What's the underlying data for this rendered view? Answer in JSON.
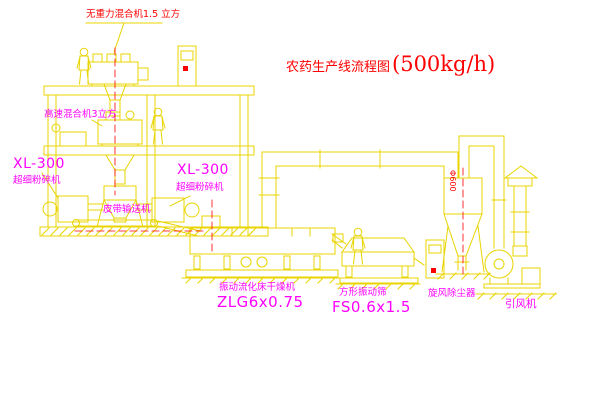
{
  "palette": {
    "line_yellow": "#e8d400",
    "accent_red": "#ff0000",
    "label_magenta": "#ff00ff",
    "background": "#ffffff"
  },
  "title": {
    "name": "农药生产线流程图",
    "capacity": "(500kg/h)"
  },
  "labels": {
    "top_mixer": {
      "text": "无重力混合机1.5 立方",
      "color": "#ff0000"
    },
    "speed_mixer": {
      "text": "高速混合机3立方",
      "color": "#ff00ff"
    },
    "xl300_left_model": {
      "text": "XL-300",
      "color": "#ff00ff"
    },
    "xl300_left_name": {
      "text": "超细粉碎机",
      "color": "#ff00ff"
    },
    "xl300_center_model": {
      "text": "XL-300",
      "color": "#ff00ff"
    },
    "xl300_center_name": {
      "text": "超细粉碎机",
      "color": "#ff00ff"
    },
    "belt_conveyor": {
      "text": "皮带输送机",
      "color": "#ff00ff"
    },
    "dryer_name": {
      "text": "振动流化床干燥机",
      "color": "#ff00ff"
    },
    "dryer_model": {
      "text": "ZLG6x0.75",
      "color": "#ff00ff"
    },
    "sieve_name": {
      "text": "方形振动筛",
      "color": "#ff00ff"
    },
    "sieve_model": {
      "text": "FS0.6x1.5",
      "color": "#ff00ff"
    },
    "cyclone_name": {
      "text": "旋风除尘器",
      "color": "#ff00ff"
    },
    "cyclone_dia": {
      "text": "Φ600",
      "color": "#ff0000"
    },
    "fan_name": {
      "text": "引风机",
      "color": "#ff00ff"
    }
  }
}
